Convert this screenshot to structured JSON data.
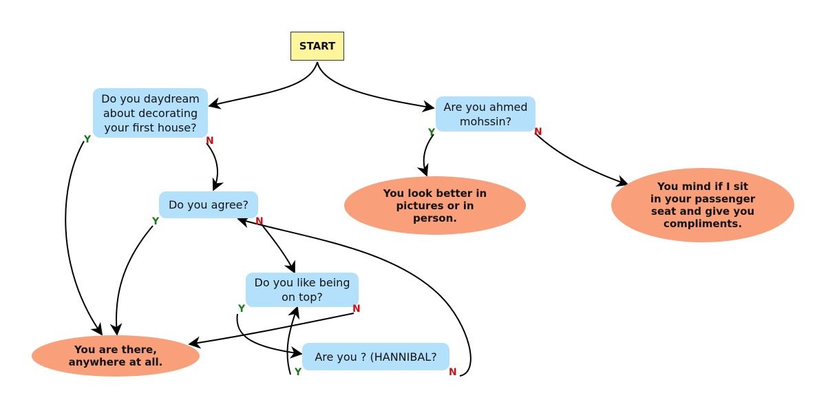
{
  "nodes": {
    "start": "START",
    "daydream": "Do you daydream\nabout decorating\nyour first house?",
    "ahmed": "Are you ahmed\nmohssin?",
    "agree": "Do you agree?",
    "on_top": "Do you like being\non top?",
    "hannibal": "Are you ? (HANNIBAL?",
    "look_better": "You look better in\npictures or in\nperson.",
    "passenger": "You mind if I sit\nin your passenger\nseat and give you\ncompliments.",
    "there": "You are there,\nanywhere at all."
  },
  "labels": {
    "yes": "Y",
    "no": "N"
  },
  "colors": {
    "question": "#b3e0fb",
    "start": "#fff59d",
    "result": "#f9a07a",
    "yes": "#1a7a1a",
    "no": "#d01010"
  }
}
